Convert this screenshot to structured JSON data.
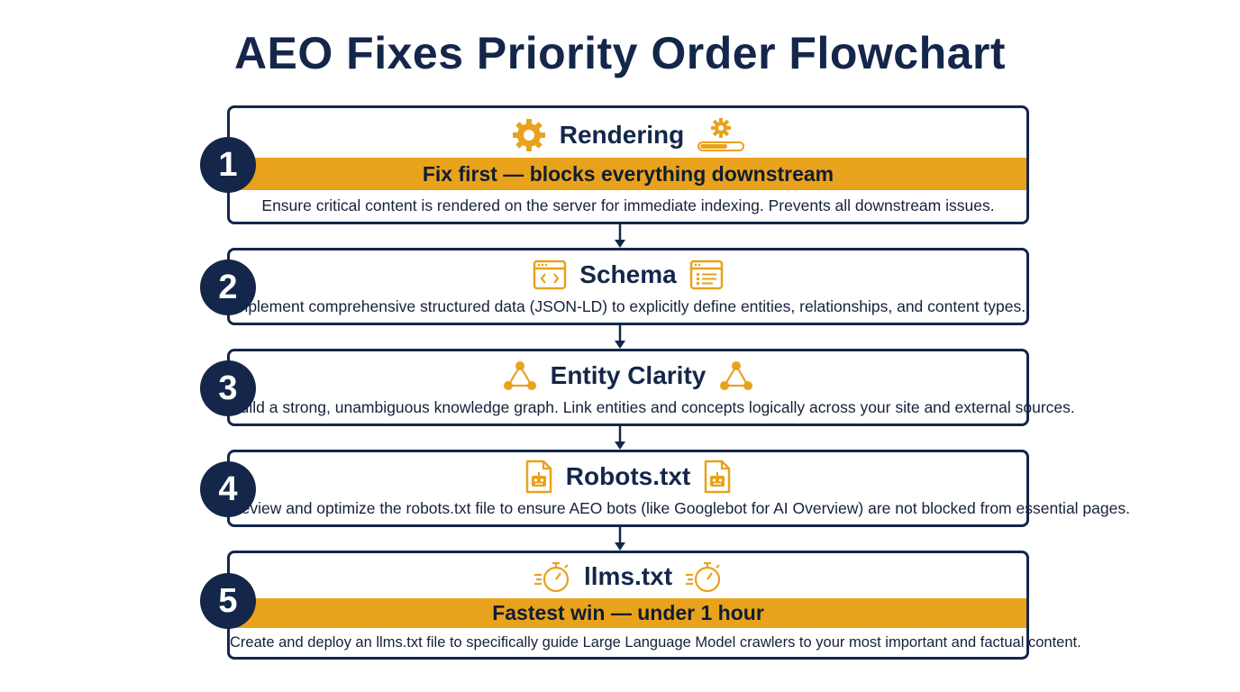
{
  "title": "AEO Fixes Priority Order Flowchart",
  "colors": {
    "navy": "#14274a",
    "gold": "#e9a21b"
  },
  "steps": [
    {
      "number": "1",
      "title": "Rendering",
      "banner": "Fix first — blocks everything downstream",
      "description": "Ensure critical content is rendered on the server for immediate indexing. Prevents all downstream issues.",
      "icons": [
        "gear-icon",
        "gear-progress-icon"
      ]
    },
    {
      "number": "2",
      "title": "Schema",
      "description": "Implement comprehensive structured data (JSON-LD) to explicitly define entities, relationships, and content types.",
      "icons": [
        "code-window-icon",
        "structured-list-window-icon"
      ]
    },
    {
      "number": "3",
      "title": "Entity Clarity",
      "description": "Build a strong, unambiguous knowledge graph. Link entities and concepts logically across your site and external sources.",
      "icons": [
        "network-graph-icon",
        "network-graph-icon"
      ]
    },
    {
      "number": "4",
      "title": "Robots.txt",
      "description": "Review and optimize the robots.txt file to ensure AEO bots (like Googlebot for AI Overview) are not blocked from essential pages.",
      "icons": [
        "robot-file-icon",
        "robot-file-icon"
      ]
    },
    {
      "number": "5",
      "title": "llms.txt",
      "banner": "Fastest win — under 1 hour",
      "description": "Create and deploy an llms.txt file to specifically guide Large Language Model crawlers to your most important and factual content.",
      "icons": [
        "stopwatch-icon",
        "stopwatch-icon"
      ]
    }
  ]
}
